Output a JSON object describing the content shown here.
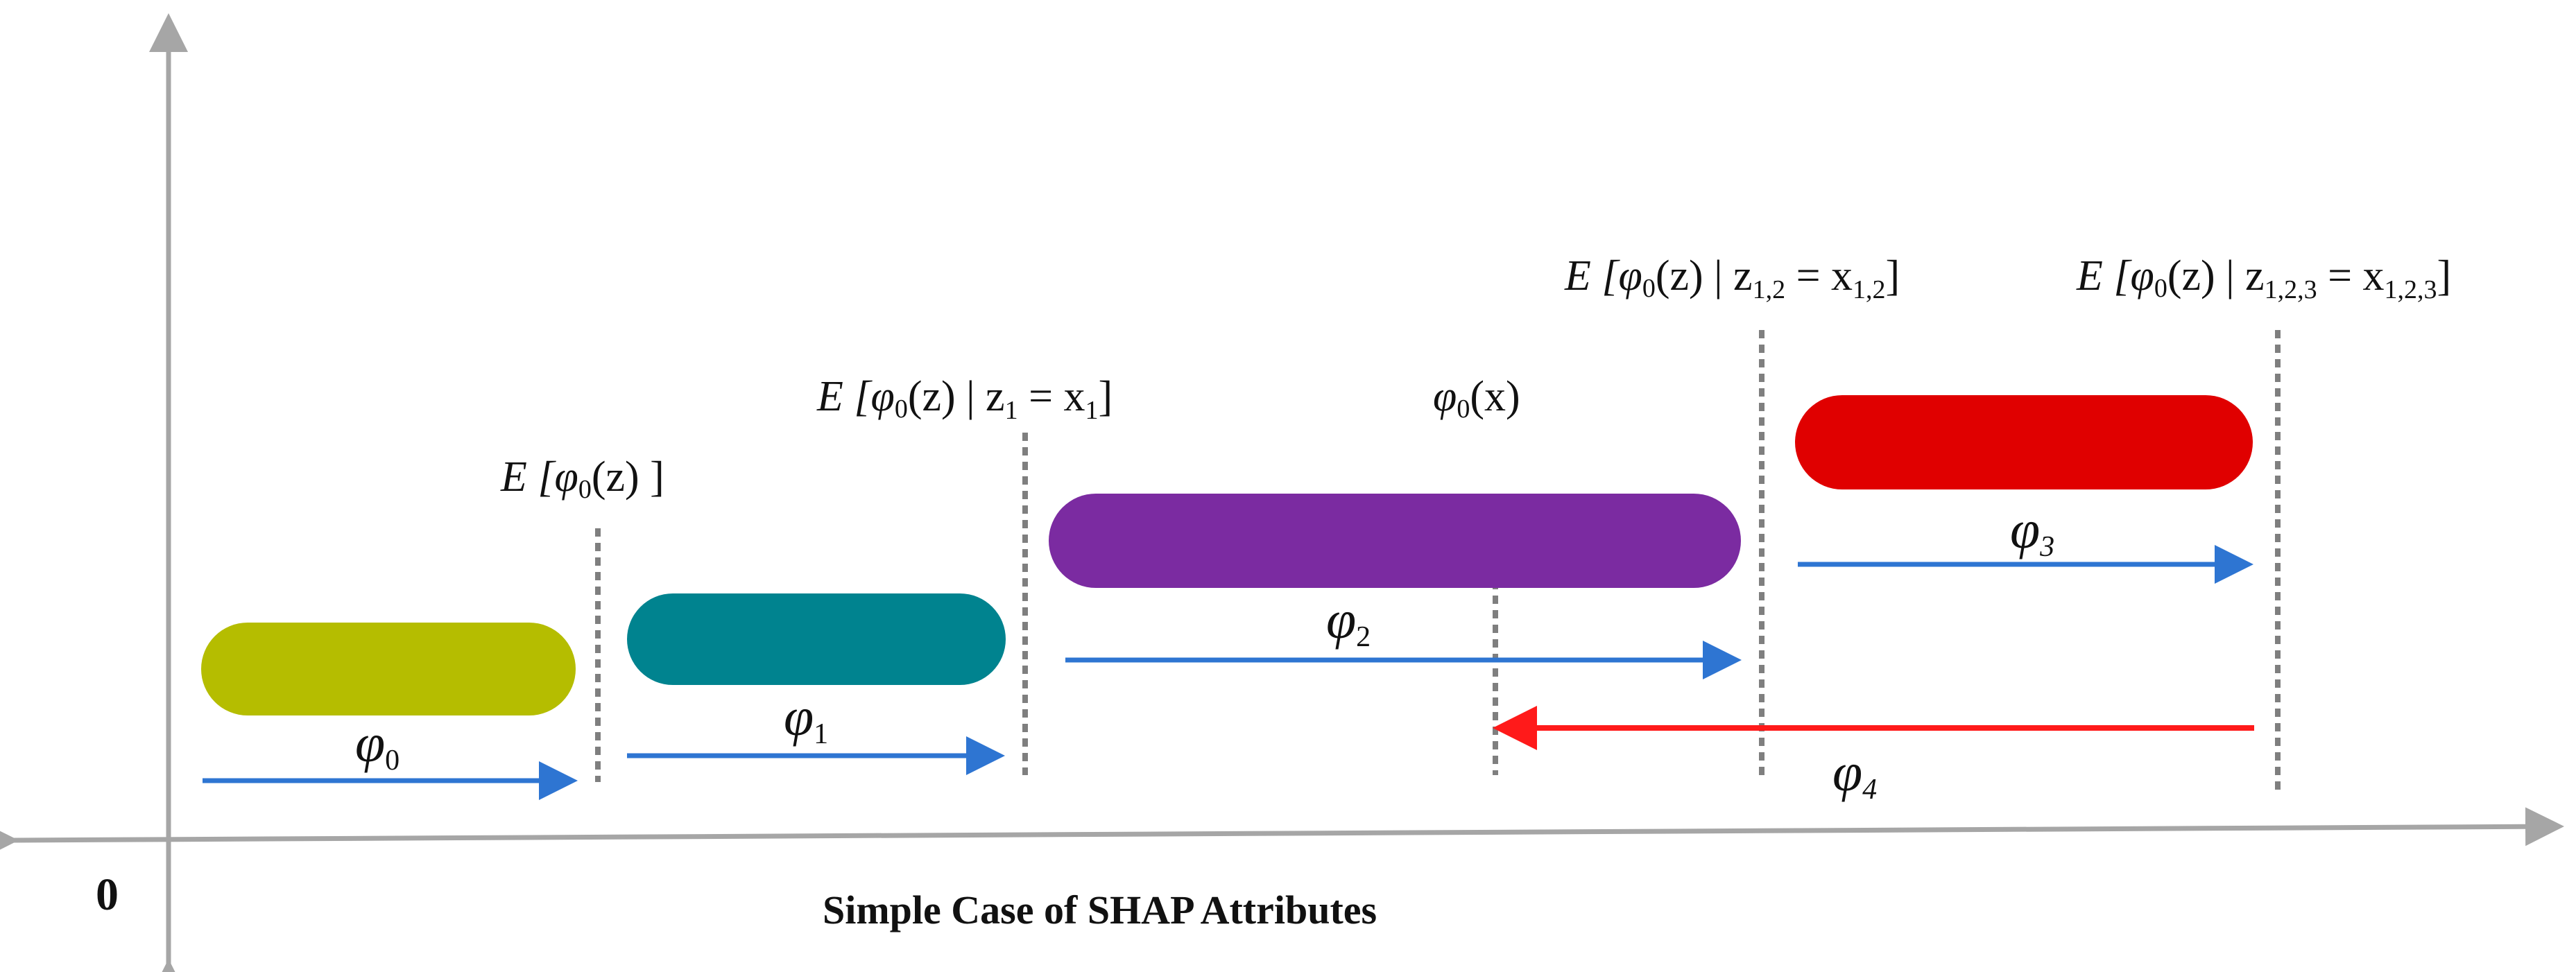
{
  "axis": {
    "origin_label": "0"
  },
  "caption": "Simple Case of SHAP Attributes",
  "colors": {
    "axis": "#A6A6A6",
    "divider": "#7F7F7F",
    "arrow_blue": "#2E75D2",
    "arrow_red": "#FF1A1A",
    "bar_phi0": "#B5BD00",
    "bar_phi1": "#00838F",
    "bar_phi2": "#7B2BA1",
    "bar_phi3": "#E00000"
  },
  "bars": [
    {
      "name": "phi0",
      "symbol": "φ",
      "subscript": "0"
    },
    {
      "name": "phi1",
      "symbol": "φ",
      "subscript": "1"
    },
    {
      "name": "phi2",
      "symbol": "φ",
      "subscript": "2"
    },
    {
      "name": "phi3",
      "symbol": "φ",
      "subscript": "3"
    },
    {
      "name": "phi4",
      "symbol": "φ",
      "subscript": "4"
    }
  ],
  "labels": {
    "e_phi0": {
      "E": "E",
      "open": " [",
      "phi": "φ",
      "phi_sub": "0",
      "rest": "(z) ]"
    },
    "e_z1": {
      "E": "E",
      "open": " [",
      "phi": "φ",
      "phi_sub": "0",
      "cond": "(z) | z",
      "z_sub": "1",
      "eq": " = x",
      "x_sub": "1",
      "close": "]"
    },
    "phi0x": {
      "phi": "φ",
      "phi_sub": "0",
      "rest": "(x)"
    },
    "e_z12": {
      "E": "E",
      "open": " [",
      "phi": "φ",
      "phi_sub": "0",
      "cond": "(z) | z",
      "z_sub": "1,2",
      "eq": " = x",
      "x_sub": "1,2",
      "close": "]"
    },
    "e_z123": {
      "E": "E",
      "open": " [",
      "phi": "φ",
      "phi_sub": "0",
      "cond": "(z) | z",
      "z_sub": "1,2,3",
      "eq": " = x",
      "x_sub": "1,2,3",
      "close": "]"
    }
  }
}
